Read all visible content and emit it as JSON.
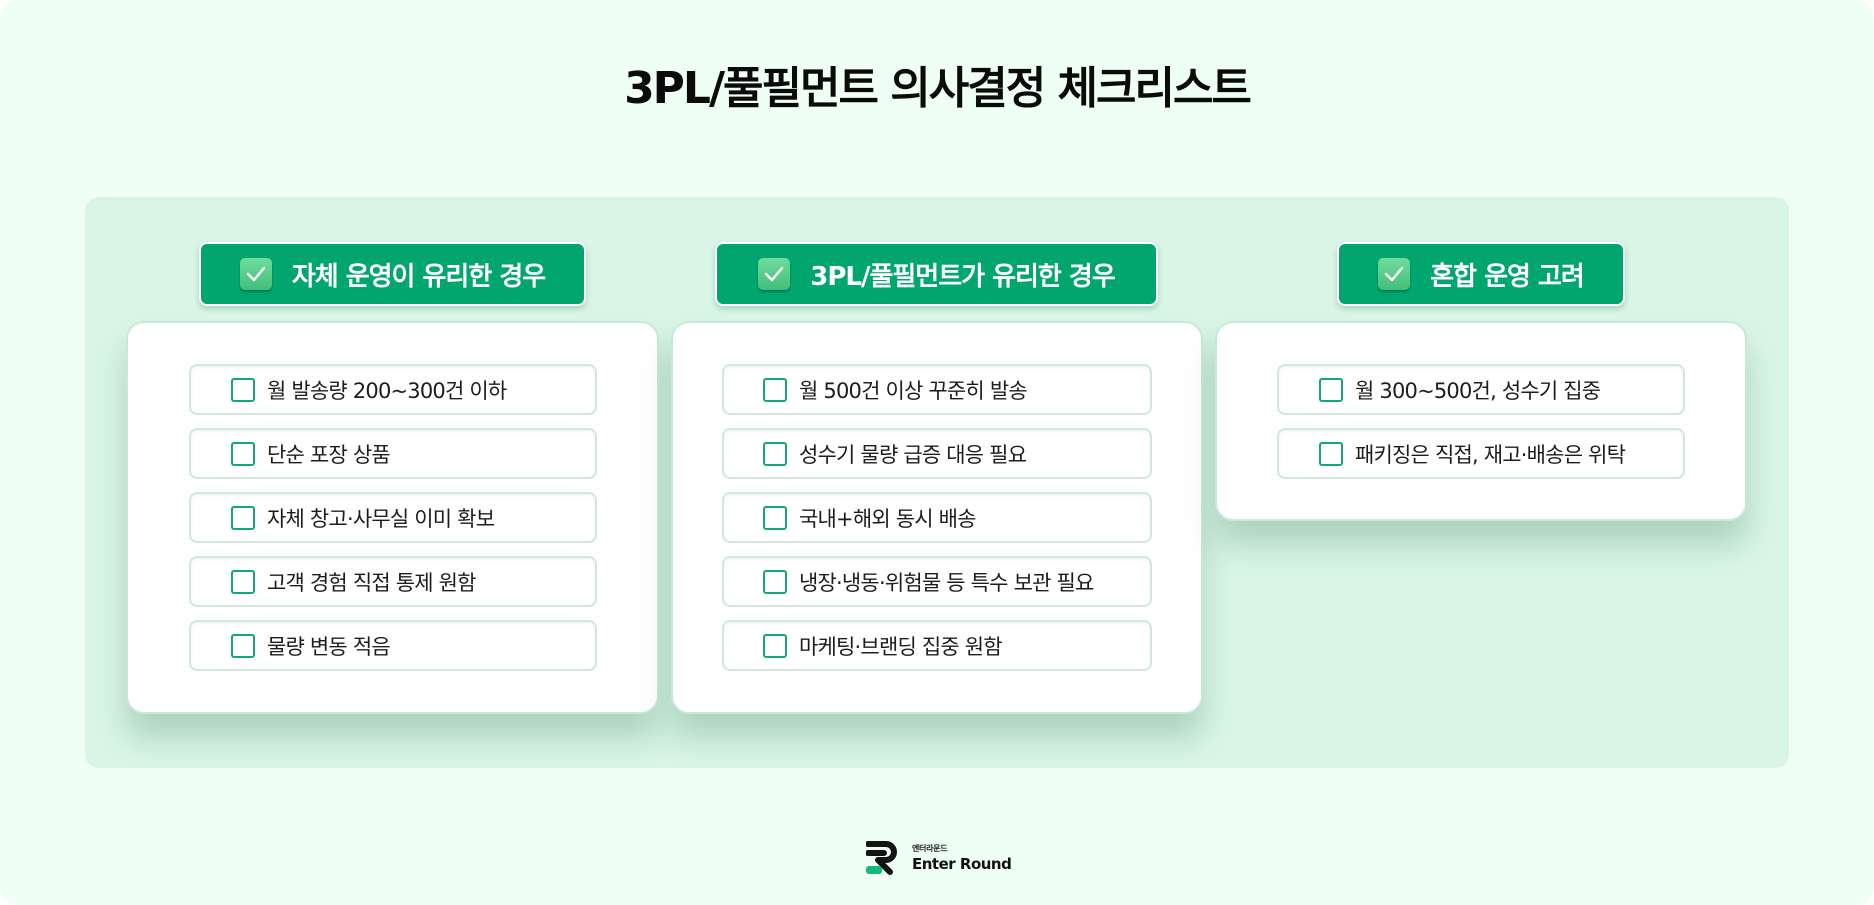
{
  "title": "3PL/풀필먼트 의사결정 체크리스트",
  "colors": {
    "page_bg": "#effff5",
    "panel_bg": "#d9f5e6",
    "header_bg": "#00a66e",
    "checkbox_border": "#15a774",
    "card_bg": "#ffffff"
  },
  "columns": [
    {
      "header": "자체 운영이 유리한 경우",
      "header_icon": "check-box-icon",
      "items": [
        "월 발송량 200~300건 이하",
        "단순 포장 상품",
        "자체 창고·사무실 이미 확보",
        "고객 경험 직접 통제 원함",
        "물량 변동 적음"
      ]
    },
    {
      "header": "3PL/풀필먼트가 유리한 경우",
      "header_icon": "check-box-icon",
      "items": [
        "월 500건 이상 꾸준히 발송",
        "성수기 물량 급증 대응 필요",
        "국내+해외 동시 배송",
        "냉장·냉동·위험물 등 특수 보관 필요",
        "마케팅·브랜딩 집중 원함"
      ]
    },
    {
      "header": "혼합 운영 고려",
      "header_icon": "check-box-icon",
      "items": [
        "월 300~500건, 성수기 집중",
        "패키징은 직접, 재고·배송은 위탁"
      ]
    }
  ],
  "footer": {
    "logo_korean": "엔터라운드",
    "logo_english": "Enter Round"
  }
}
